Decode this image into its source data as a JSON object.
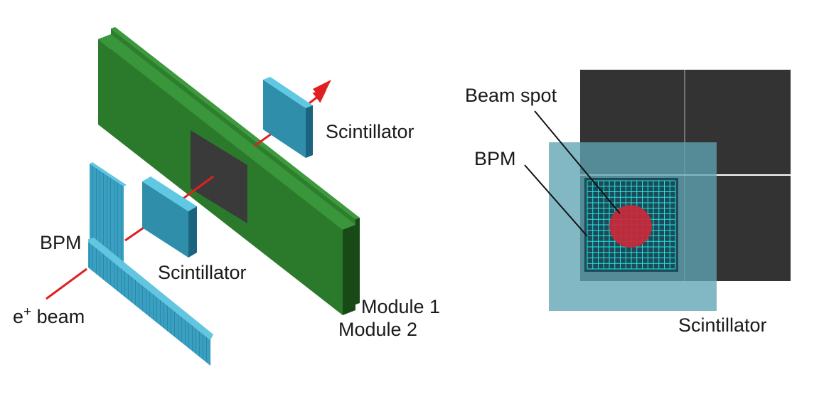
{
  "labels": {
    "scintillator_top": "Scintillator",
    "scintillator_bottom": "Scintillator",
    "bpm_left": "BPM",
    "beam_prefix": "e",
    "beam_sup": "+",
    "beam_suffix": " beam",
    "module1": "Module 1",
    "module2": "Module 2",
    "beam_spot": "Beam spot",
    "bpm_right": "BPM",
    "scintillator_right": "Scintillator"
  },
  "colors": {
    "module_face": "#2b7a2b",
    "module_dark": "#1f5e1f",
    "module_window": "#3a3a3a",
    "scint_face": "#2f8faa",
    "scint_side": "#55bfdc",
    "bpm_face": "#3a9fc0",
    "beam": "#e02020",
    "sensor": "#333333",
    "scint_overlay": "#5ea4b2",
    "bpm_overlay": "#1c4a57",
    "grid_line": "#20e6e6",
    "beam_spot": "#c8283a"
  },
  "bpm_grid": {
    "rows": 16,
    "cols": 16
  }
}
